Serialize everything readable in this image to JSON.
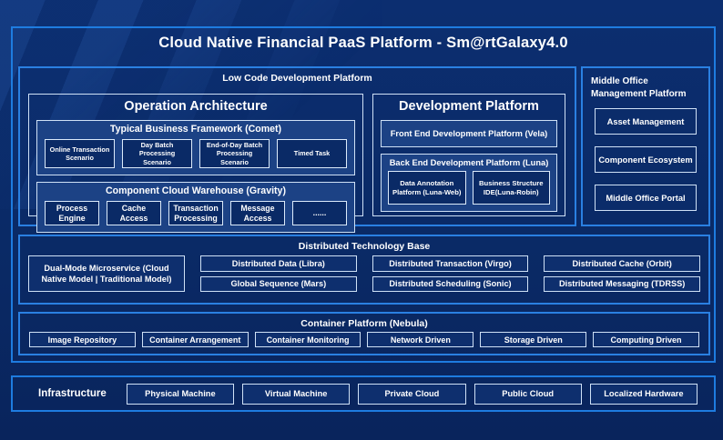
{
  "title": "Cloud Native Financial PaaS Platform - Sm@rtGalaxy4.0",
  "colors": {
    "page_bg": "#0a2a66",
    "accent_border": "#1e7ce0",
    "light_border": "#cfe1f6",
    "subpanel_bg": "#1c4285",
    "leaf_bg": "#0a2a66",
    "text": "#ffffff"
  },
  "low_code": {
    "label": "Low Code Development Platform",
    "operation_architecture": {
      "title": "Operation Architecture",
      "typical_business_framework": {
        "title": "Typical Business Framework (Comet)",
        "items": [
          "Online Transaction Scenario",
          "Day Batch Processing Scenario",
          "End-of-Day Batch Processing Scenario",
          "Timed Task"
        ]
      },
      "component_cloud_warehouse": {
        "title": "Component Cloud Warehouse (Gravity)",
        "items": [
          "Process Engine",
          "Cache Access",
          "Transaction Processing",
          "Message Access",
          "......"
        ]
      }
    },
    "development_platform": {
      "title": "Development Platform",
      "front_end": "Front End Development Platform (Vela)",
      "back_end": {
        "title": "Back End Development Platform (Luna)",
        "items": [
          "Data Annotation Platform (Luna-Web)",
          "Business Structure IDE(Luna-Robin)"
        ]
      }
    }
  },
  "middle_office": {
    "label": "Middle Office Management Platform",
    "items": [
      "Asset Management",
      "Component Ecosystem",
      "Middle Office Portal"
    ]
  },
  "distributed_base": {
    "label": "Distributed Technology Base",
    "dual_mode": "Dual-Mode Microservice (Cloud Native Model | Traditional Model)",
    "columns": [
      [
        "Distributed Data (Libra)",
        "Global Sequence (Mars)"
      ],
      [
        "Distributed Transaction (Virgo)",
        "Distributed Scheduling (Sonic)"
      ],
      [
        "Distributed Cache (Orbit)",
        "Distributed Messaging (TDRSS)"
      ]
    ]
  },
  "container_platform": {
    "label": "Container Platform (Nebula)",
    "items": [
      "Image Repository",
      "Container Arrangement",
      "Container Monitoring",
      "Network Driven",
      "Storage Driven",
      "Computing Driven"
    ]
  },
  "infrastructure": {
    "label": "Infrastructure",
    "items": [
      "Physical Machine",
      "Virtual Machine",
      "Private Cloud",
      "Public Cloud",
      "Localized Hardware"
    ]
  }
}
